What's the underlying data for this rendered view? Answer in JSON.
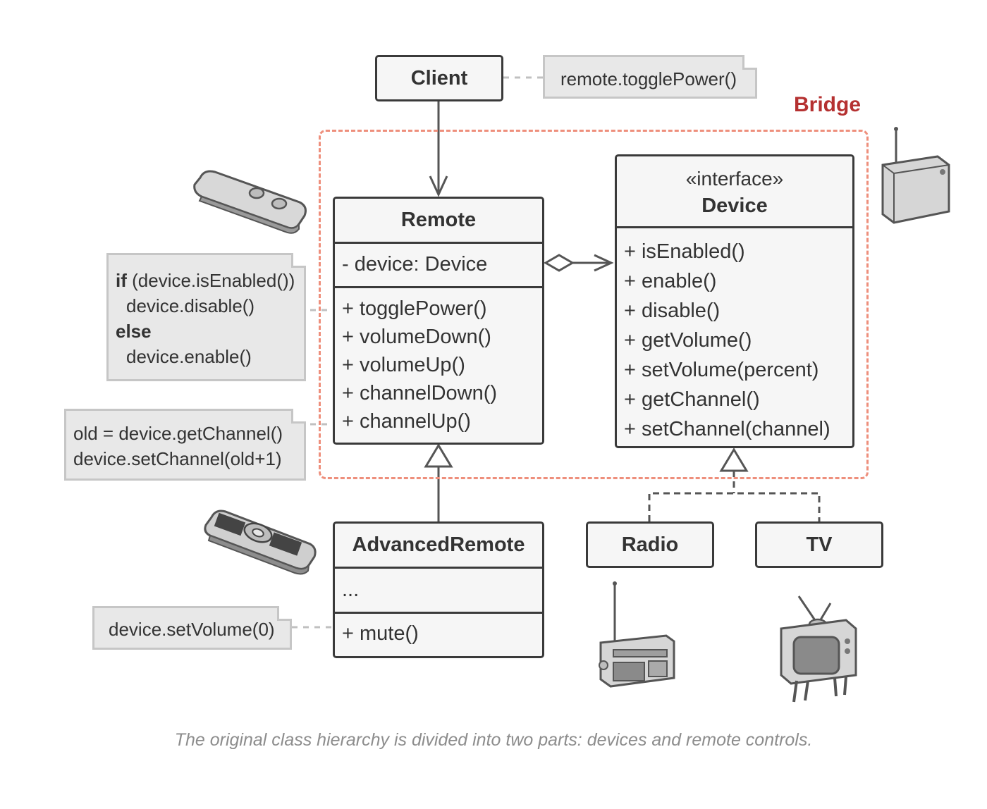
{
  "bridge_label": "Bridge",
  "client": {
    "name": "Client",
    "note": "remote.togglePower()"
  },
  "remote": {
    "name": "Remote",
    "fields": [
      "- device: Device"
    ],
    "methods": [
      "+ togglePower()",
      "+ volumeDown()",
      "+ volumeUp()",
      "+ channelDown()",
      "+ channelUp()"
    ]
  },
  "device": {
    "stereotype": "«interface»",
    "name": "Device",
    "methods": [
      "+ isEnabled()",
      "+ enable()",
      "+ disable()",
      "+ getVolume()",
      "+ setVolume(percent)",
      "+ getChannel()",
      "+ setChannel(channel)"
    ]
  },
  "advanced_remote": {
    "name": "AdvancedRemote",
    "fields": [
      "..."
    ],
    "methods": [
      "+ mute()"
    ]
  },
  "radio": {
    "name": "Radio"
  },
  "tv": {
    "name": "TV"
  },
  "notes": {
    "toggle_power": {
      "if_kw": "if",
      "line1_rest": " (device.isEnabled())",
      "line2": "device.disable()",
      "else_kw": "else",
      "line4": "device.enable()"
    },
    "channel_up": {
      "line1": "old = device.getChannel()",
      "line2": "device.setChannel(old+1)"
    },
    "mute": "device.setVolume(0)"
  },
  "caption": "The original class hierarchy is divided into two parts: devices and remote controls.",
  "colors": {
    "border": "#3a3a3a",
    "box_fill": "#f6f6f6",
    "note_fill": "#e8e8e8",
    "bridge_dashed": "#ee8f7c",
    "bridge_label": "#b53131",
    "caption": "#8d8d8d"
  },
  "icons": [
    "simple-remote-icon",
    "advanced-remote-icon",
    "radio-device-icon",
    "radio-icon",
    "tv-icon"
  ]
}
